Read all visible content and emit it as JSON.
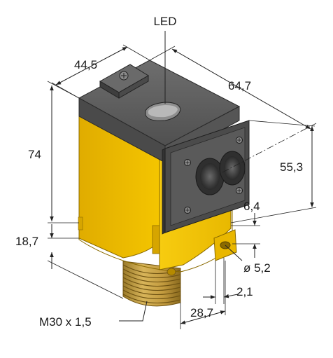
{
  "labels": {
    "led": "LED",
    "width": "44,5",
    "depth": "64,7",
    "height": "74",
    "lens_height": "55,3",
    "mount_offset": "6,4",
    "hole_diameter": "ø 5,2",
    "thread_height": "18,7",
    "mount_thickness": "2,1",
    "thread_depth": "28,7",
    "thread": "M30 x 1,5"
  },
  "colors": {
    "housing_yellow": "#f5c400",
    "housing_yellow_dark": "#d9a900",
    "housing_shadow": "#c69400",
    "cap_grey": "#5f5f5f",
    "cap_dark": "#3a3a3a",
    "thread_brass": "#c8a24a",
    "thread_dark": "#8e6e22"
  }
}
